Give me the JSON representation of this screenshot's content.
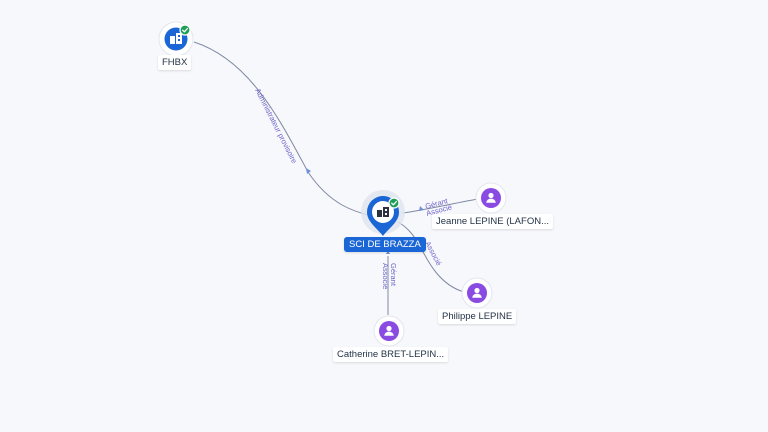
{
  "nodes": {
    "fhbx": {
      "label": "FHBX",
      "icon": "building-icon",
      "verified": true
    },
    "sci": {
      "label": "SCI DE BRAZZA",
      "icon": "building-icon",
      "verified": true
    },
    "jeanne": {
      "label": "Jeanne LEPINE (LAFON...",
      "icon": "person-icon"
    },
    "philippe": {
      "label": "Philippe LEPINE",
      "icon": "person-icon"
    },
    "catherine": {
      "label": "Catherine BRET-LEPIN...",
      "icon": "person-icon"
    }
  },
  "edges": {
    "fhbx_sci": {
      "label": "Administrateur provisoire"
    },
    "jeanne_sci": {
      "label1": "Gérant",
      "label2": "Associé"
    },
    "philippe_sci": {
      "label": "Associé"
    },
    "catherine_sci": {
      "label1": "Gérant",
      "label2": "Associé"
    }
  },
  "colors": {
    "company": "#1b66d6",
    "person": "#8a4be3",
    "verified": "#1e9e57",
    "edge_label": "#6e62c9"
  }
}
